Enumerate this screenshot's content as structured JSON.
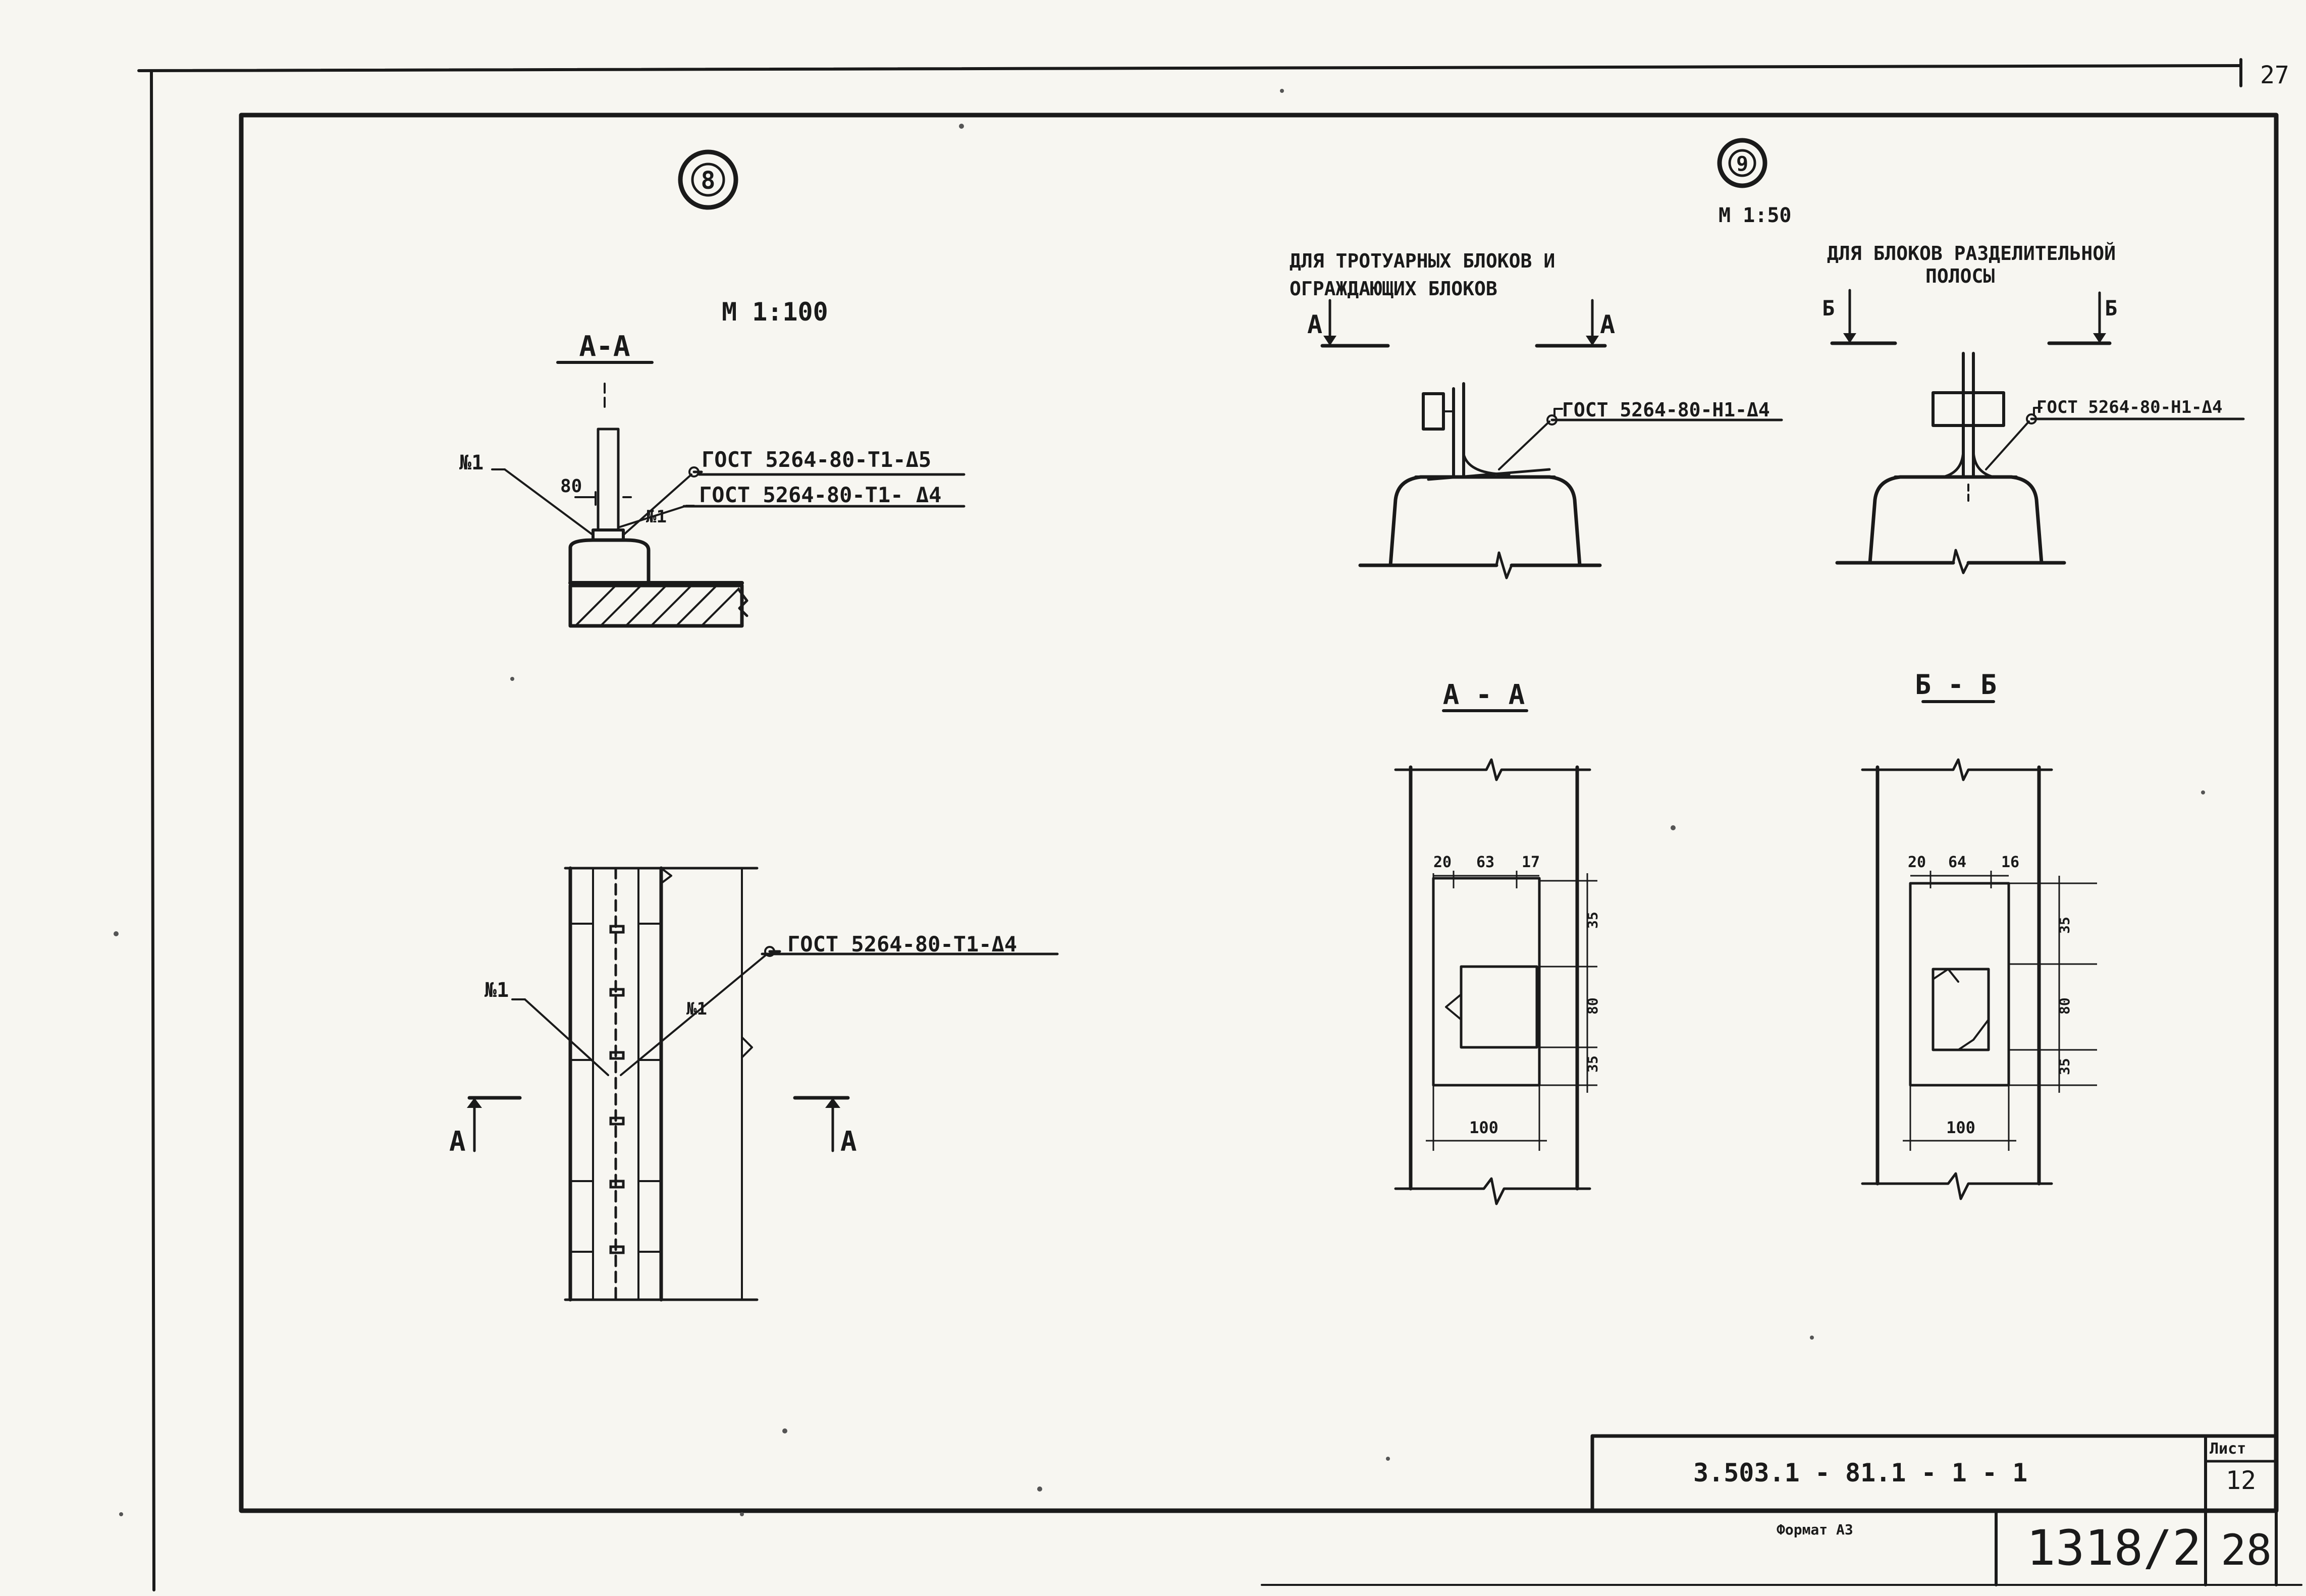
{
  "page_number": "27",
  "detail_8": {
    "number": "8",
    "scale": "М 1:100",
    "section_title": "А-А",
    "callouts": {
      "weld_1": "ГОСТ 5264-80-Т1-Δ5",
      "weld_2": "ГОСТ 5264-80-Т1- Δ4",
      "weld_plan": "ГОСТ 5264-80-Т1-Δ4"
    },
    "marks": {
      "mark_left": "№1",
      "mark_mid": "№1",
      "mark_plan_left": "№1",
      "mark_plan_right": "№1"
    },
    "dimension": "80",
    "cut_left": "А",
    "cut_right": "А"
  },
  "detail_9": {
    "number": "9",
    "scale": "М 1:50",
    "left_caption_line1": "ДЛЯ ТРОТУАРНЫХ БЛОКОВ И",
    "left_caption_line2": "ОГРАЖДАЮЩИХ БЛОКОВ",
    "right_caption_line1": "ДЛЯ БЛОКОВ РАЗДЕЛИТЕЛЬНОЙ",
    "right_caption_line2": "ПОЛОСЫ",
    "cut_a_left": "А",
    "cut_a_right": "А",
    "cut_b_left": "Б",
    "cut_b_right": "Б",
    "callout_left": "ГОСТ 5264-80-Н1-Δ4",
    "callout_right": "ГОСТ 5264-80-Н1-Δ4",
    "section_a_title": "А - А",
    "section_b_title": "Б - Б",
    "section_a_dims": {
      "top_1": "20",
      "top_2": "63",
      "top_3": "17",
      "side_1": "35",
      "side_2": "80",
      "side_3": "35",
      "bottom": "100"
    },
    "section_b_dims": {
      "top_1": "20",
      "top_2": "64",
      "top_3": "16",
      "side_1": "35",
      "side_2": "80",
      "side_3": "35",
      "bottom": "100"
    }
  },
  "title_block": {
    "code": "3.503.1 - 81.1 - 1 - 1",
    "sheet_label": "Лист",
    "sheet_number": "12",
    "format": "Формат А3",
    "inventory": "1318/2",
    "page": "28"
  }
}
